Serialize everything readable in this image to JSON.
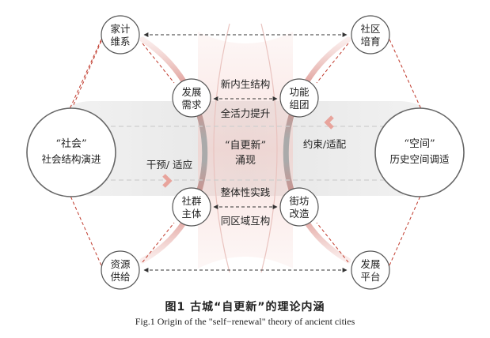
{
  "nodes": {
    "jiaji": [
      "家计",
      "维系"
    ],
    "shequ": [
      "社区",
      "培育"
    ],
    "fazhan_xuqiu": [
      "发展",
      "需求"
    ],
    "gongneng": [
      "功能",
      "组团"
    ],
    "shequn": [
      "社群",
      "主体"
    ],
    "jiefang": [
      "街坊",
      "改造"
    ],
    "ziyuan": [
      "资源",
      "供给"
    ],
    "fazhan_pingtai": [
      "发展",
      "平台"
    ]
  },
  "big": {
    "social": [
      "“社会”",
      "社会结构演进"
    ],
    "space": [
      "“空间”",
      "历史空间调适"
    ]
  },
  "center": [
    "“自更新”",
    "涌现"
  ],
  "labels": {
    "top1": "新内生结构",
    "top2": "全活力提升",
    "bottom1": "整体性实践",
    "bottom2": "同区域互构",
    "left": "干预/ 适应",
    "right": "约束/适配"
  },
  "caption": {
    "cn": "图1   古城“自更新”的理论内涵",
    "en": "Fig.1    Origin of the \"self−renewal\" theory of ancient cities"
  },
  "colors": {
    "accent_red": "#d98c86",
    "dash_red": "#c0392b",
    "band_gray": "#eeeeee",
    "center_gray": "#999999"
  }
}
